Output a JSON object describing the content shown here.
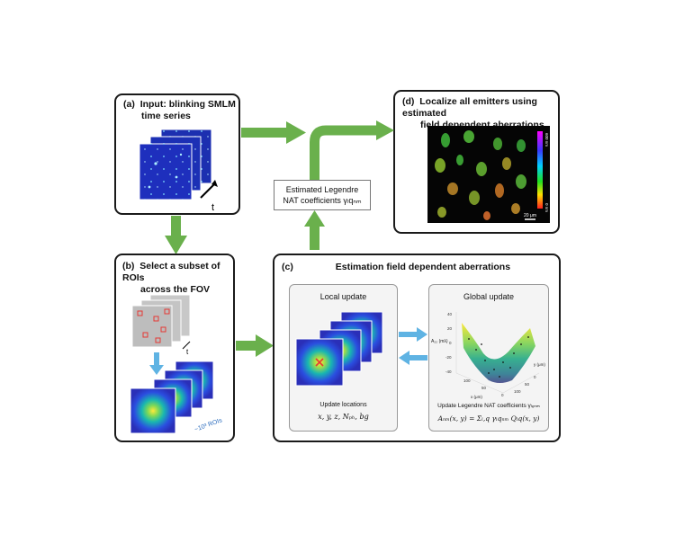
{
  "panel_a": {
    "label": "(a)",
    "title_line1": "Input: blinking SMLM",
    "title_line2": "time series",
    "time_label": "t"
  },
  "panel_b": {
    "label": "(b)",
    "title_line1": "Select a subset of ROIs",
    "title_line2": "across the FOV",
    "time_label": "t",
    "roi_count": "~10³ ROIs"
  },
  "panel_c": {
    "label": "(c)",
    "title": "Estimation field dependent aberrations",
    "local": {
      "title": "Local update",
      "caption": "Update locations",
      "params": "x, y, z, Nₚₕ, bg"
    },
    "global": {
      "title": "Global update",
      "caption": "Update Legendre NAT coefficients γₗₑₙₘ",
      "equation": "Aₙₘ(x, y) = Σₗ,q γₗqₙₘ Qₗq(x, y)",
      "axis_z_label": "A₂₂ (mλ)",
      "z_ticks": [
        "40",
        "20",
        "0",
        "-20",
        "-40"
      ],
      "x_axis_label": "x (μm)",
      "y_axis_label": "y (μm)",
      "x_ticks": [
        "100",
        "50",
        "0"
      ],
      "y_ticks": [
        "0",
        "50",
        "100"
      ]
    }
  },
  "panel_d": {
    "label": "(d)",
    "title_line1": "Localize all emitters using estimated",
    "title_line2": "field dependent aberrations",
    "colorbar_top": "600 nm",
    "colorbar_bottom": "0 nm",
    "scalebar": "20 μm"
  },
  "nat_box": {
    "line1": "Estimated Legendre",
    "line2": "NAT coefficients γₗqₙₘ"
  },
  "colors": {
    "green_arrow": "#6ab04c",
    "blue_arrow": "#5fb3e3",
    "roi_red": "#e53935"
  }
}
